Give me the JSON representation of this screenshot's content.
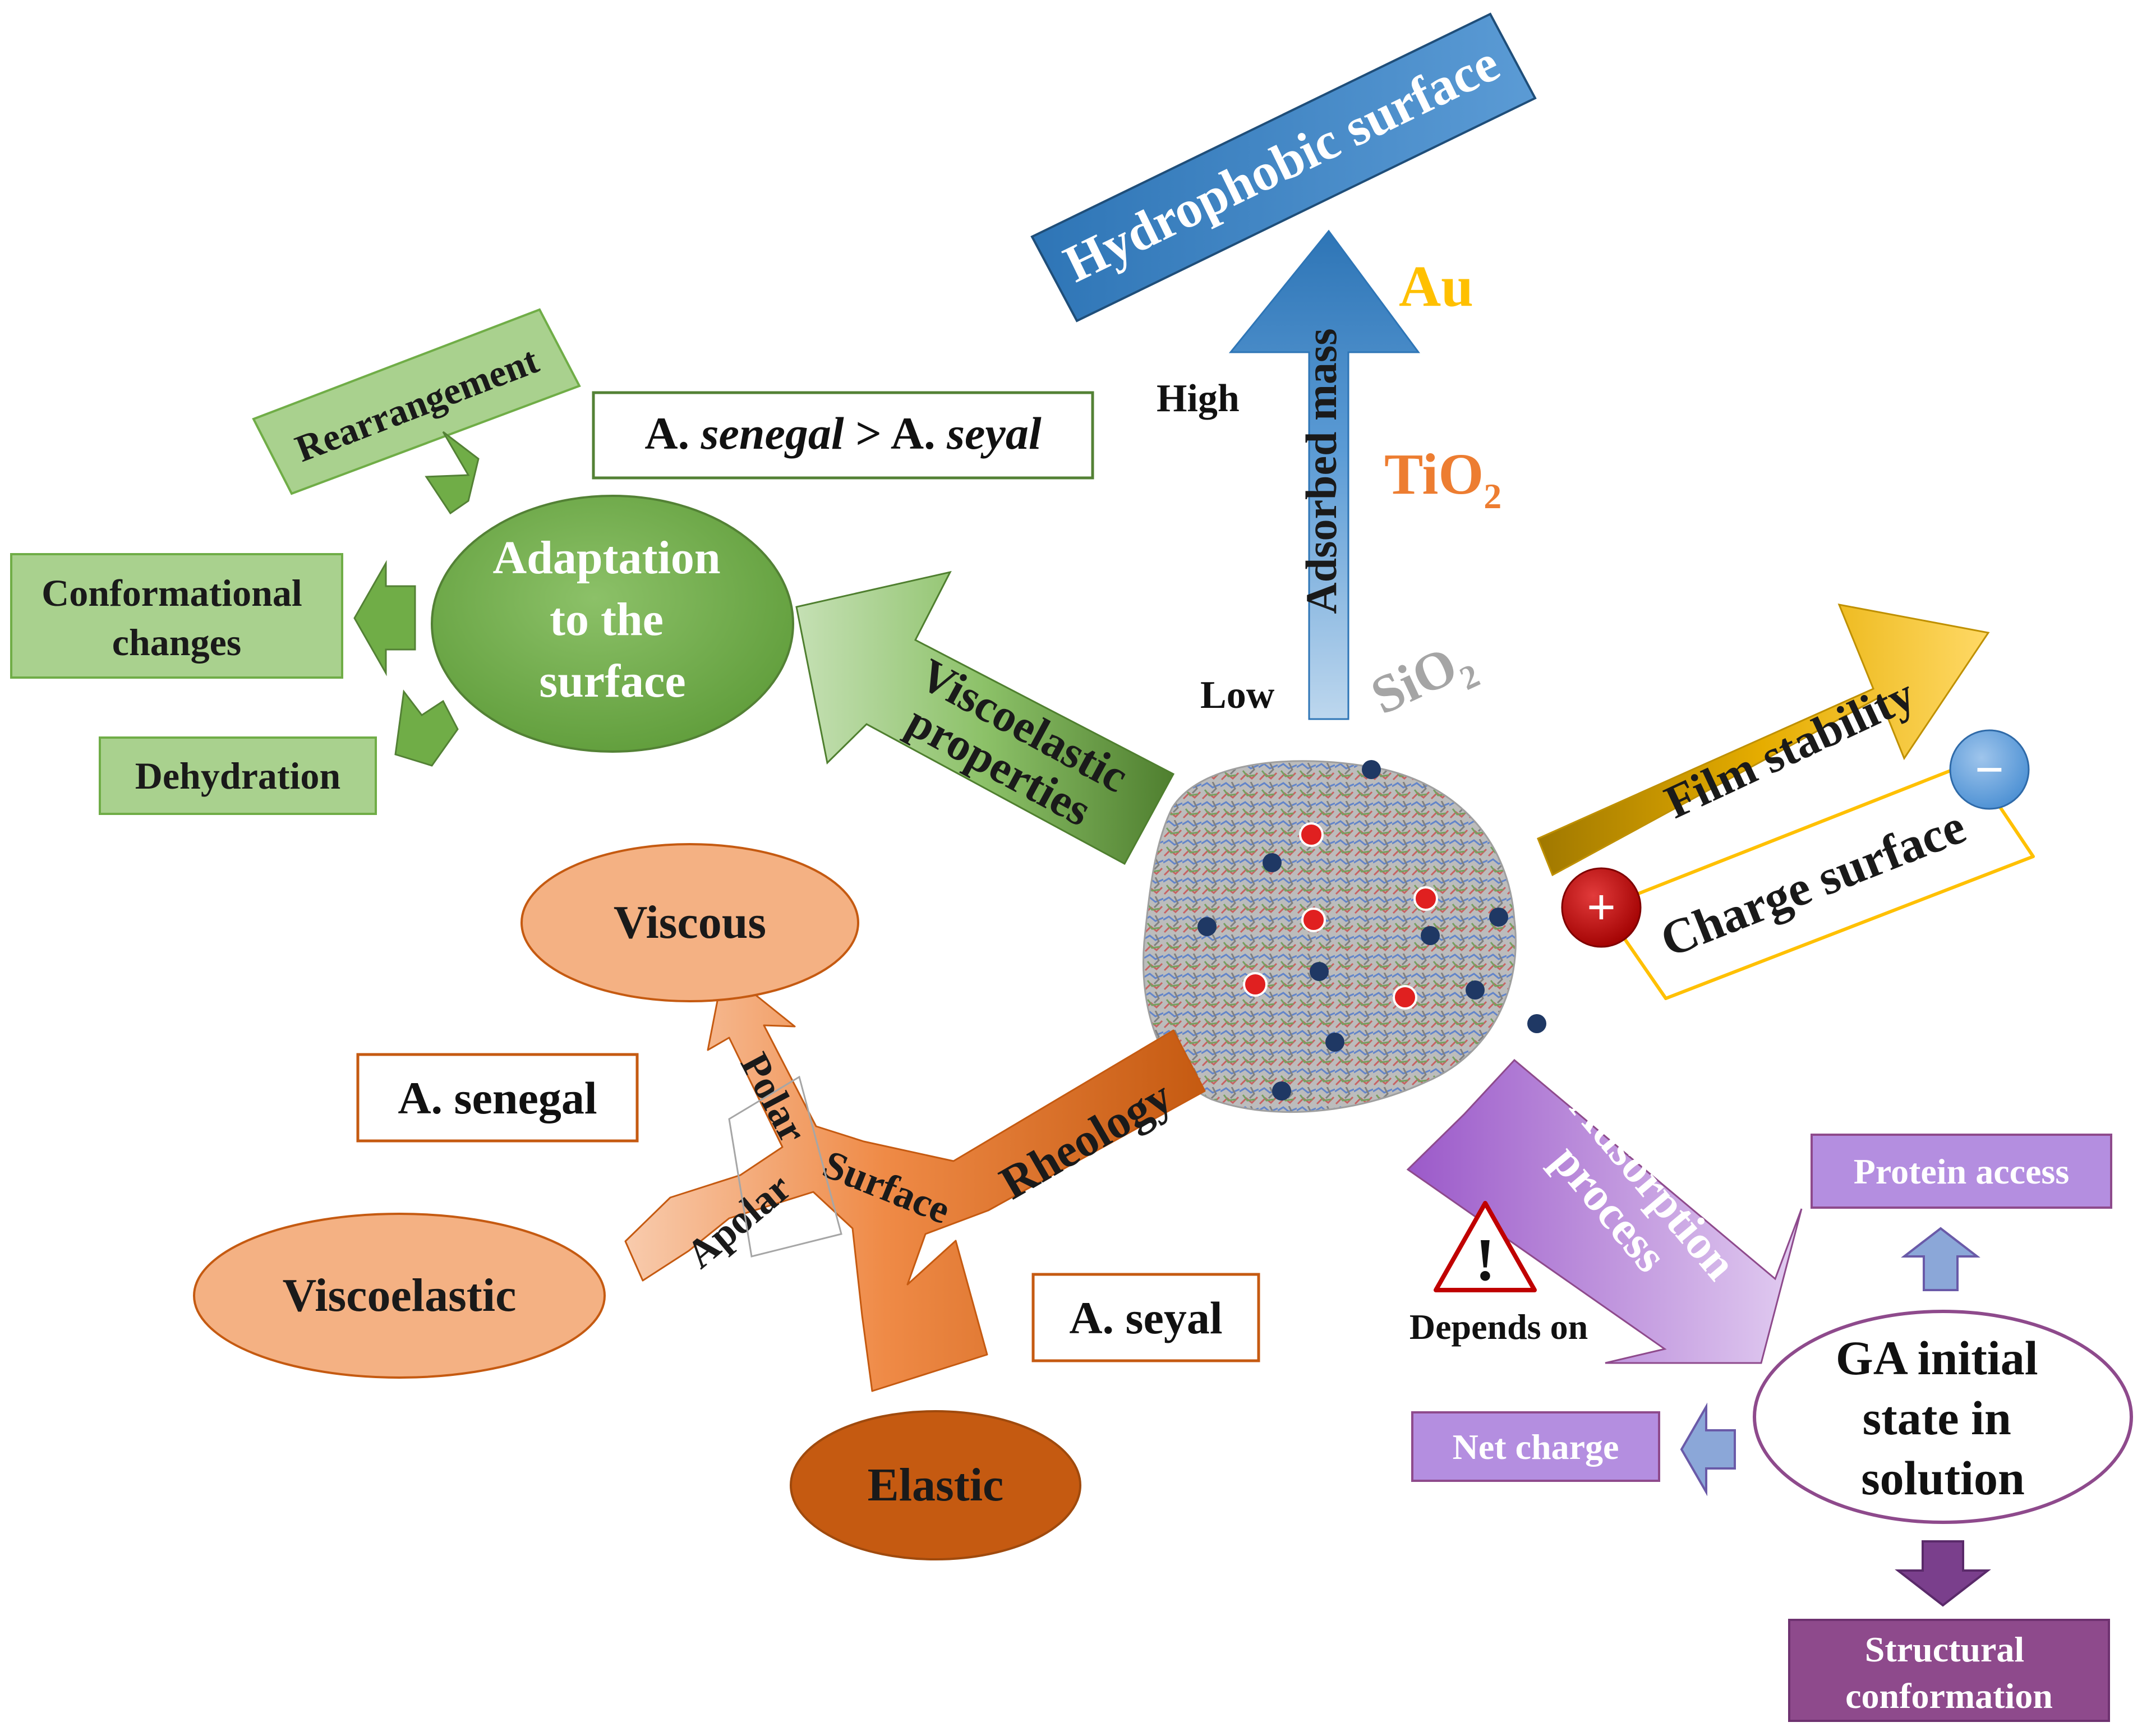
{
  "colors": {
    "green_dark": "#538135",
    "green_mid": "#70ad47",
    "green_light": "#a9d18e",
    "blue_dark": "#2e75b6",
    "blue_light": "#9dc3e6",
    "gold": "#ffc000",
    "gold_dark": "#bf9000",
    "orange": "#ed7d31",
    "orange_light": "#f4b183",
    "orange_dark": "#c55a11",
    "purple": "#a666cf",
    "purple_light": "#c9a0e4",
    "purple_dark": "#8e4a8c",
    "ti_orange": "#ed7d31",
    "au_gold": "#ffc000",
    "si_grey": "#a5a5a5"
  },
  "top": {
    "hydrophobic_surface": "Hydrophobic surface",
    "adsorbed_mass": "Adsorbed mass",
    "high": "High",
    "low": "Low",
    "au": "Au",
    "tio2_main": "TiO",
    "tio2_sub": "2",
    "sio2_main": "SiO",
    "sio2_sub": "2"
  },
  "adaptation": {
    "circle_lines": [
      "Adaptation",
      "to the",
      "surface"
    ],
    "species_prefix": "A. ",
    "species_1": "senegal",
    "species_mid": " > A. ",
    "species_2": "seyal",
    "rearrangement": "Rearrangement",
    "conformational_lines": [
      "Conformational",
      "changes"
    ],
    "dehydration": "Dehydration",
    "arrow_lines": [
      "Viscoelastic",
      "properties"
    ]
  },
  "film": {
    "film_stability": "Film stability",
    "charge_surface": "Charge surface",
    "plus": "+",
    "minus": "−"
  },
  "rheology": {
    "rheology": "Rheology",
    "surface": "Surface",
    "polar": "Polar",
    "apolar": "Apolar",
    "viscous": "Viscous",
    "viscoelastic": "Viscoelastic",
    "elastic": "Elastic",
    "a_senegal": "A. senegal",
    "a_seyal": "A. seyal"
  },
  "adsorption": {
    "arrow_lines": [
      "Adsorption",
      "process"
    ],
    "warning": "!",
    "depends_on": "Depends on",
    "ga_lines": [
      "GA initial",
      "state in",
      "solution"
    ],
    "protein_access": "Protein access",
    "net_charge": "Net charge",
    "structural_lines": [
      "Structural",
      "conformation"
    ]
  }
}
